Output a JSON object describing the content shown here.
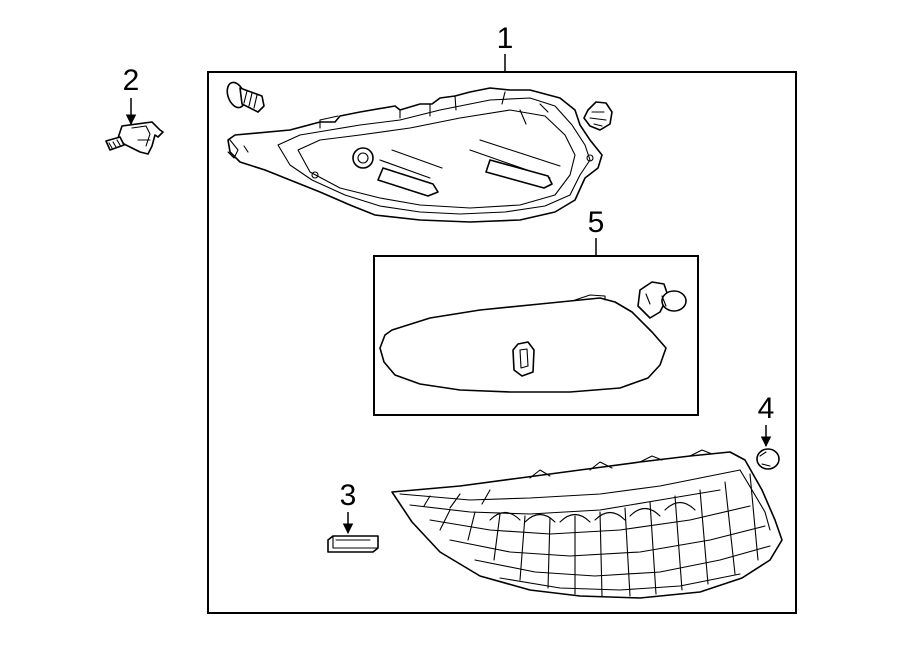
{
  "callouts": {
    "housing": "1",
    "bulb_socket": "2",
    "clip": "3",
    "cap": "4",
    "reflector": "5"
  }
}
